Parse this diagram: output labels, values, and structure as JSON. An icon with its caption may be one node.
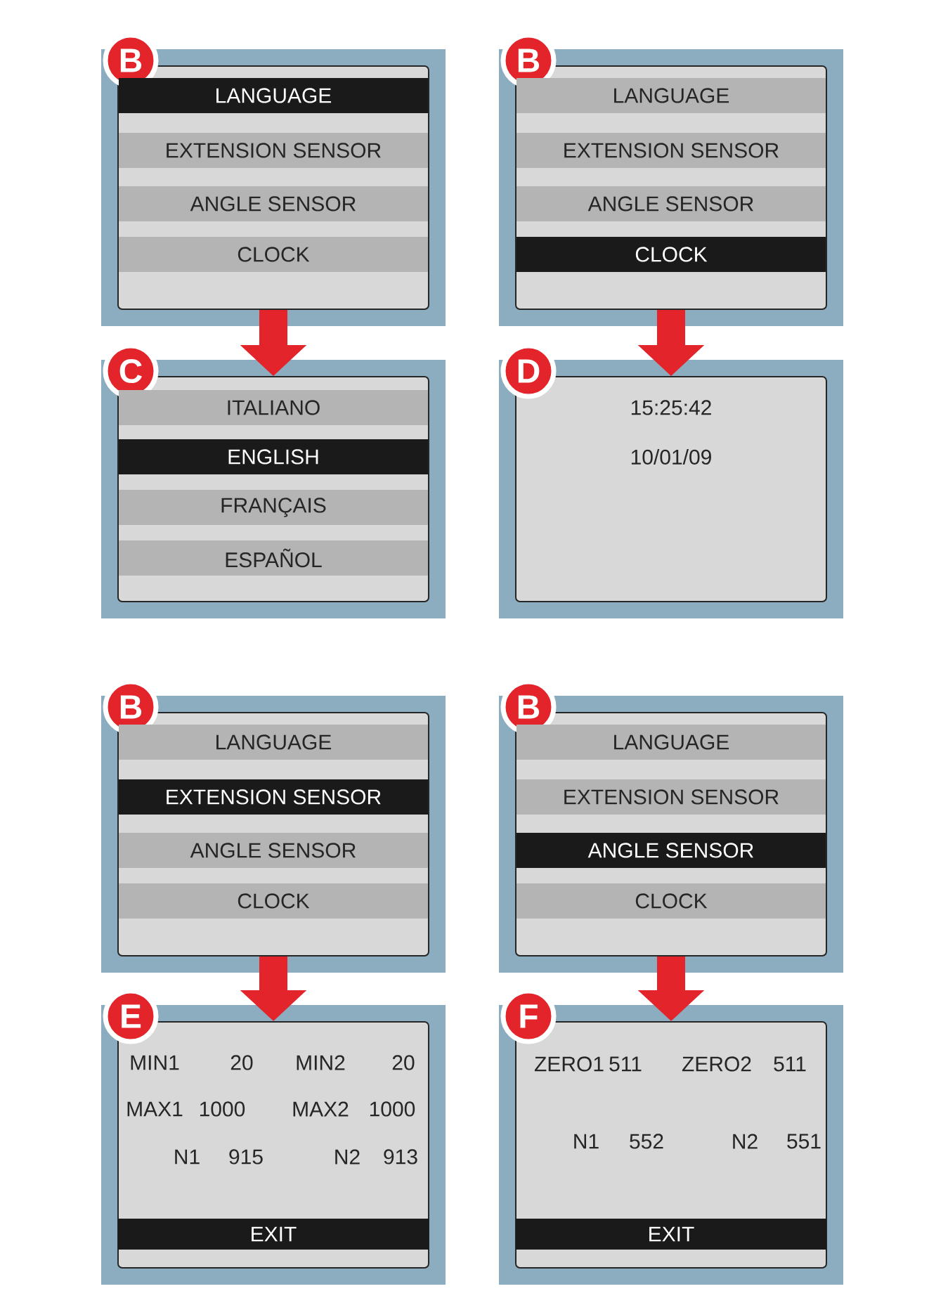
{
  "diagram": {
    "nodes": [
      {
        "text": [],
        "shape": "box"
      },
      {
        "text": [
          "B"
        ]
      },
      {
        "text": [
          "LANGUAGE"
        ],
        "in": 0
      },
      {
        "text": [
          "EXTENSION SENSOR"
        ],
        "in": 0
      },
      {
        "text": [
          "ANGLE SENSOR"
        ],
        "in": 0
      },
      {
        "text": [
          "CLOCK"
        ],
        "in": 0
      },
      {
        "text": [],
        "shape": "box"
      },
      {
        "text": [
          "C"
        ]
      },
      {
        "text": [
          "ITALIANO"
        ],
        "in": 6
      },
      {
        "text": [
          "ENGLISH"
        ],
        "in": 6
      },
      {
        "text": [
          "FRANÇAIS"
        ],
        "in": 6
      },
      {
        "text": [
          "ESPAÑOL"
        ],
        "in": 6
      },
      {
        "text": [],
        "shape": "box"
      },
      {
        "text": [
          "B"
        ]
      },
      {
        "text": [
          "LANGUAGE"
        ],
        "in": 12
      },
      {
        "text": [
          "EXTENSION SENSOR"
        ],
        "in": 12
      },
      {
        "text": [
          "ANGLE SENSOR"
        ],
        "in": 12
      },
      {
        "text": [
          "CLOCK"
        ],
        "in": 12
      },
      {
        "text": [
          "15:25:42",
          "10/01/09"
        ]
      },
      {
        "text": [
          "D"
        ]
      },
      {
        "text": [],
        "shape": "box"
      },
      {
        "text": [
          "B"
        ]
      },
      {
        "text": [
          "LANGUAGE"
        ],
        "in": 20
      },
      {
        "text": [
          "EXTENSION SENSOR"
        ],
        "in": 20
      },
      {
        "text": [
          "ANGLE SENSOR"
        ],
        "in": 20
      },
      {
        "text": [
          "CLOCK"
        ],
        "in": 20
      },
      {
        "text": [
          "MIN1",
          "20",
          "MIN2",
          "20",
          "MAX1",
          "1000",
          "MAX2",
          "1000",
          "N1",
          "915",
          "N2",
          "913"
        ]
      },
      {
        "text": [
          "E"
        ]
      },
      {
        "text": [
          "EXIT"
        ],
        "in": 26
      },
      {
        "text": [],
        "shape": "box"
      },
      {
        "text": [
          "B"
        ]
      },
      {
        "text": [
          "LANGUAGE"
        ],
        "in": 29
      },
      {
        "text": [
          "EXTENSION SENSOR"
        ],
        "in": 29
      },
      {
        "text": [
          "ANGLE SENSOR"
        ],
        "in": 29
      },
      {
        "text": [
          "CLOCK"
        ],
        "in": 29
      },
      {
        "text": [
          "ZERO1",
          "511",
          "ZERO2",
          "511",
          "N1",
          "552",
          "N2",
          "551"
        ]
      },
      {
        "text": [
          "F"
        ]
      },
      {
        "text": [
          "EXIT"
        ],
        "in": 35
      }
    ],
    "edges": [
      {
        "from": 0,
        "to": 6,
        "arrow": "to"
      },
      {
        "from": 12,
        "to": 18,
        "arrow": "to"
      },
      {
        "from": 20,
        "to": 26,
        "arrow": "to"
      },
      {
        "from": 29,
        "to": 35,
        "arrow": "to"
      }
    ]
  }
}
